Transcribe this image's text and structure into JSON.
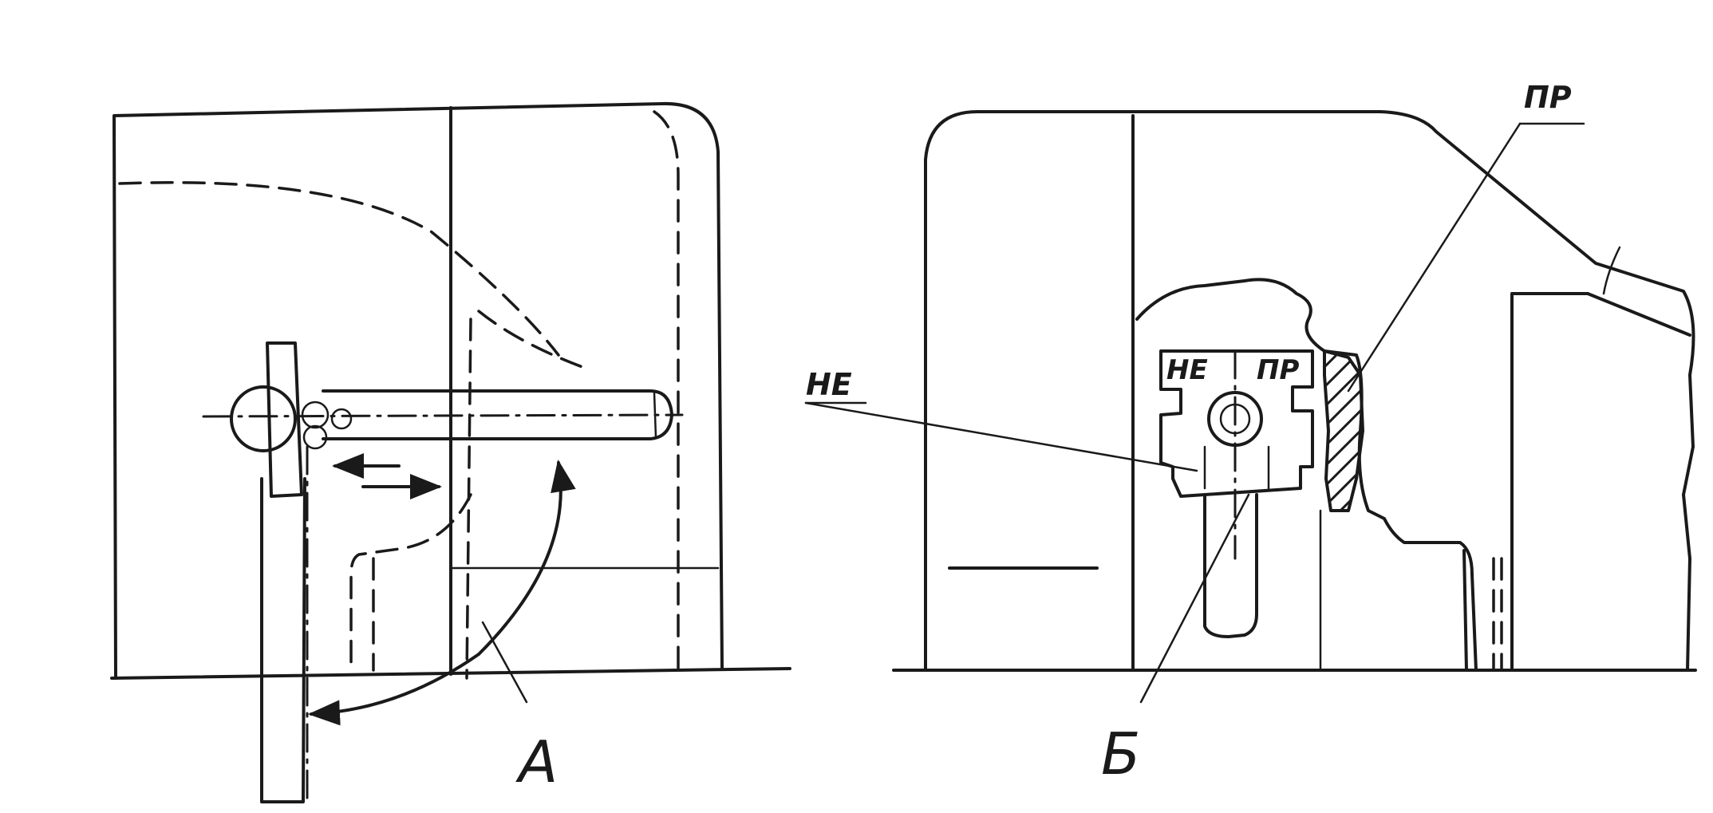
{
  "diagram": {
    "left_view": {
      "label": "А"
    },
    "right_view": {
      "label": "Б",
      "callout_ne": "НЕ",
      "callout_pr": "ПР",
      "gauge_ne_text": "НЕ",
      "gauge_pr_text": "ПР"
    }
  }
}
